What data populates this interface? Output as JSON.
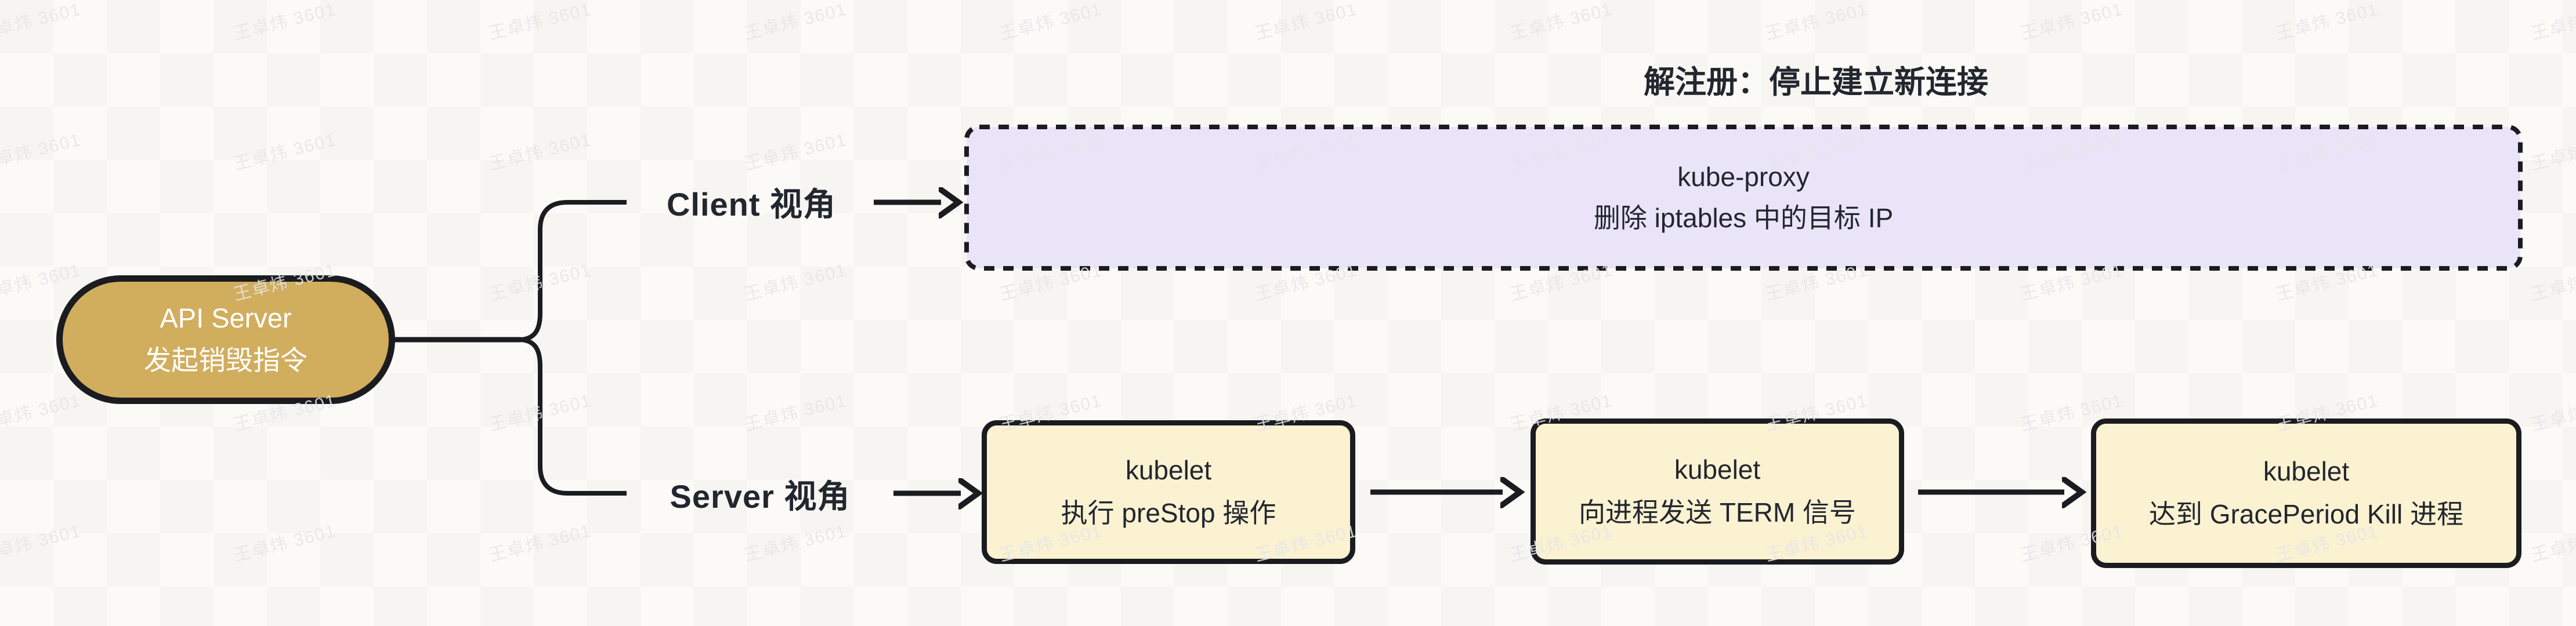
{
  "watermark": {
    "text": "王卓炜 3601"
  },
  "root": {
    "line1": "API Server",
    "line2": "发起销毁指令"
  },
  "client": {
    "label": "Client 视角",
    "annotation": "解注册：停止建立新连接",
    "box": {
      "line1": "kube-proxy",
      "line2": "删除 iptables 中的目标 IP"
    }
  },
  "server": {
    "label": "Server 视角",
    "steps": [
      {
        "line1": "kubelet",
        "line2": "执行 preStop 操作"
      },
      {
        "line1": "kubelet",
        "line2": "向进程发送 TERM 信号"
      },
      {
        "line1": "kubelet",
        "line2": "达到 GracePeriod Kill 进程"
      }
    ]
  },
  "colors": {
    "canvas_bg": "#fbfaf7",
    "checker": "#f6f5f1",
    "ink": "#1a1c20",
    "node_gold": "#d1ad5e",
    "node_cream": "#fbf2d2",
    "node_lavender": "#eae4f9",
    "text_dark": "#22262e",
    "text_light": "#ffffff",
    "watermark": "#e6e6ea"
  }
}
